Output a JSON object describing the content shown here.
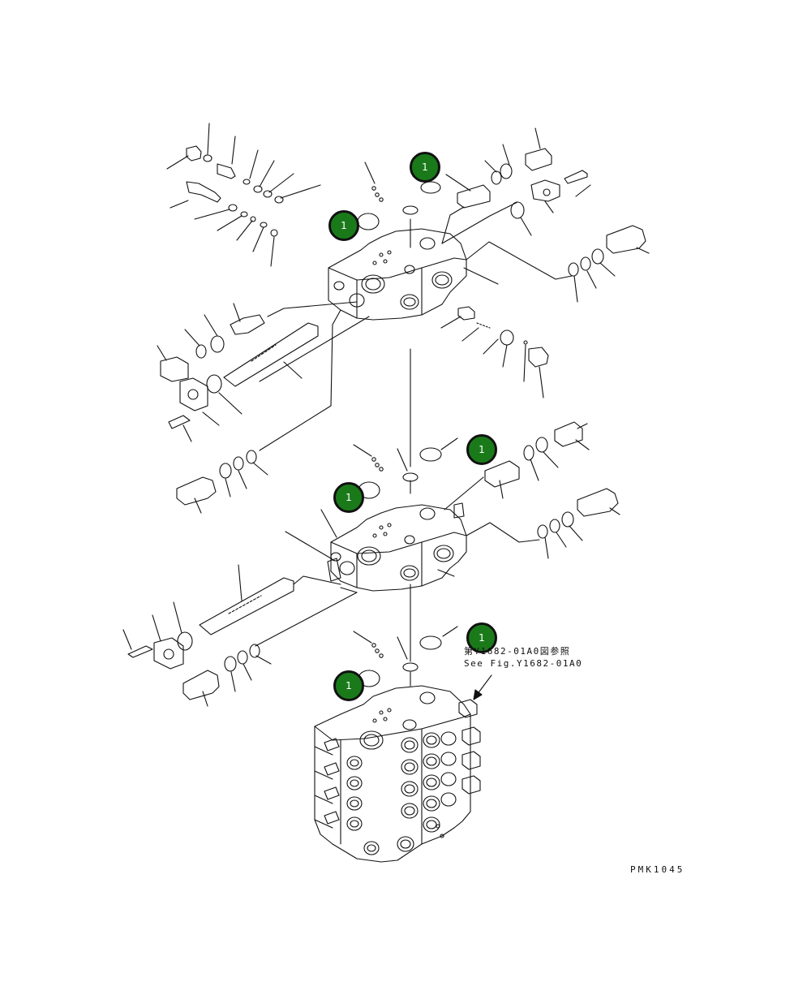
{
  "diagram": {
    "reference_note_japanese": "第Y1682-01A0図参照",
    "reference_note_english": "See Fig.Y1682-01A0",
    "figure_code": "PMK1045",
    "callout_label": "1",
    "callout_color": "#1a7a1a",
    "line_color": "#111111"
  }
}
